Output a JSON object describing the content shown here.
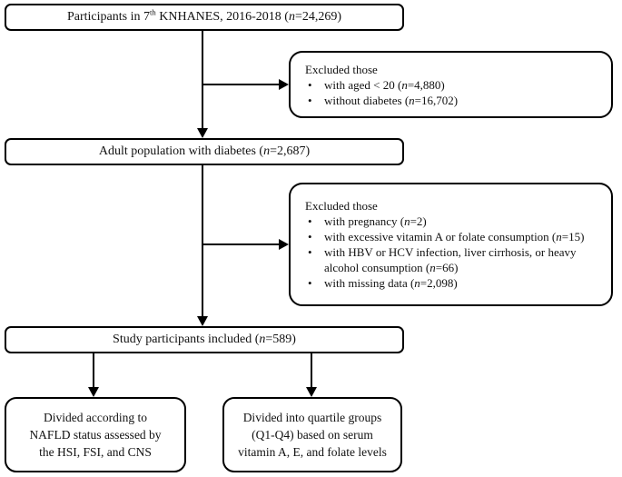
{
  "bullet_char": "•",
  "colors": {
    "line": "#000000",
    "background": "#ffffff",
    "text": "#111111"
  },
  "boxes": {
    "participants": {
      "pre": "Participants in 7",
      "sup": "th",
      "mid": " KNHANES, 2016-2018 (",
      "n_var": "n",
      "post": "=24,269)"
    },
    "excluded_first": {
      "header": "Excluded those",
      "bullets": [
        {
          "pre": "with aged < 20 (",
          "n_var": "n",
          "post": "=4,880)"
        },
        {
          "pre": "without diabetes (",
          "n_var": "n",
          "post": "=16,702)"
        }
      ]
    },
    "adult": {
      "pre": "Adult population with diabetes (",
      "n_var": "n",
      "post": "=2,687)"
    },
    "excluded_second": {
      "header": "Excluded those",
      "bullets": [
        {
          "pre": "with pregnancy (",
          "n_var": "n",
          "post": "=2)"
        },
        {
          "pre": "with excessive vitamin A or folate consumption (",
          "n_var": "n",
          "post": "=15)"
        },
        {
          "pre": "with HBV or HCV infection, liver cirrhosis, or heavy alcohol consumption (",
          "n_var": "n",
          "post": "=66)"
        },
        {
          "pre": "with missing data (",
          "n_var": "n",
          "post": "=2,098)"
        }
      ]
    },
    "study": {
      "pre": "Study participants included (",
      "n_var": "n",
      "post": "=589)"
    },
    "nafld_group": {
      "lines": [
        "Divided according to",
        "NAFLD status assessed by",
        "the HSI, FSI, and CNS"
      ]
    },
    "quartile_group": {
      "lines": [
        "Divided into quartile groups",
        "(Q1-Q4) based on serum",
        "vitamin A, E, and folate levels"
      ]
    }
  }
}
